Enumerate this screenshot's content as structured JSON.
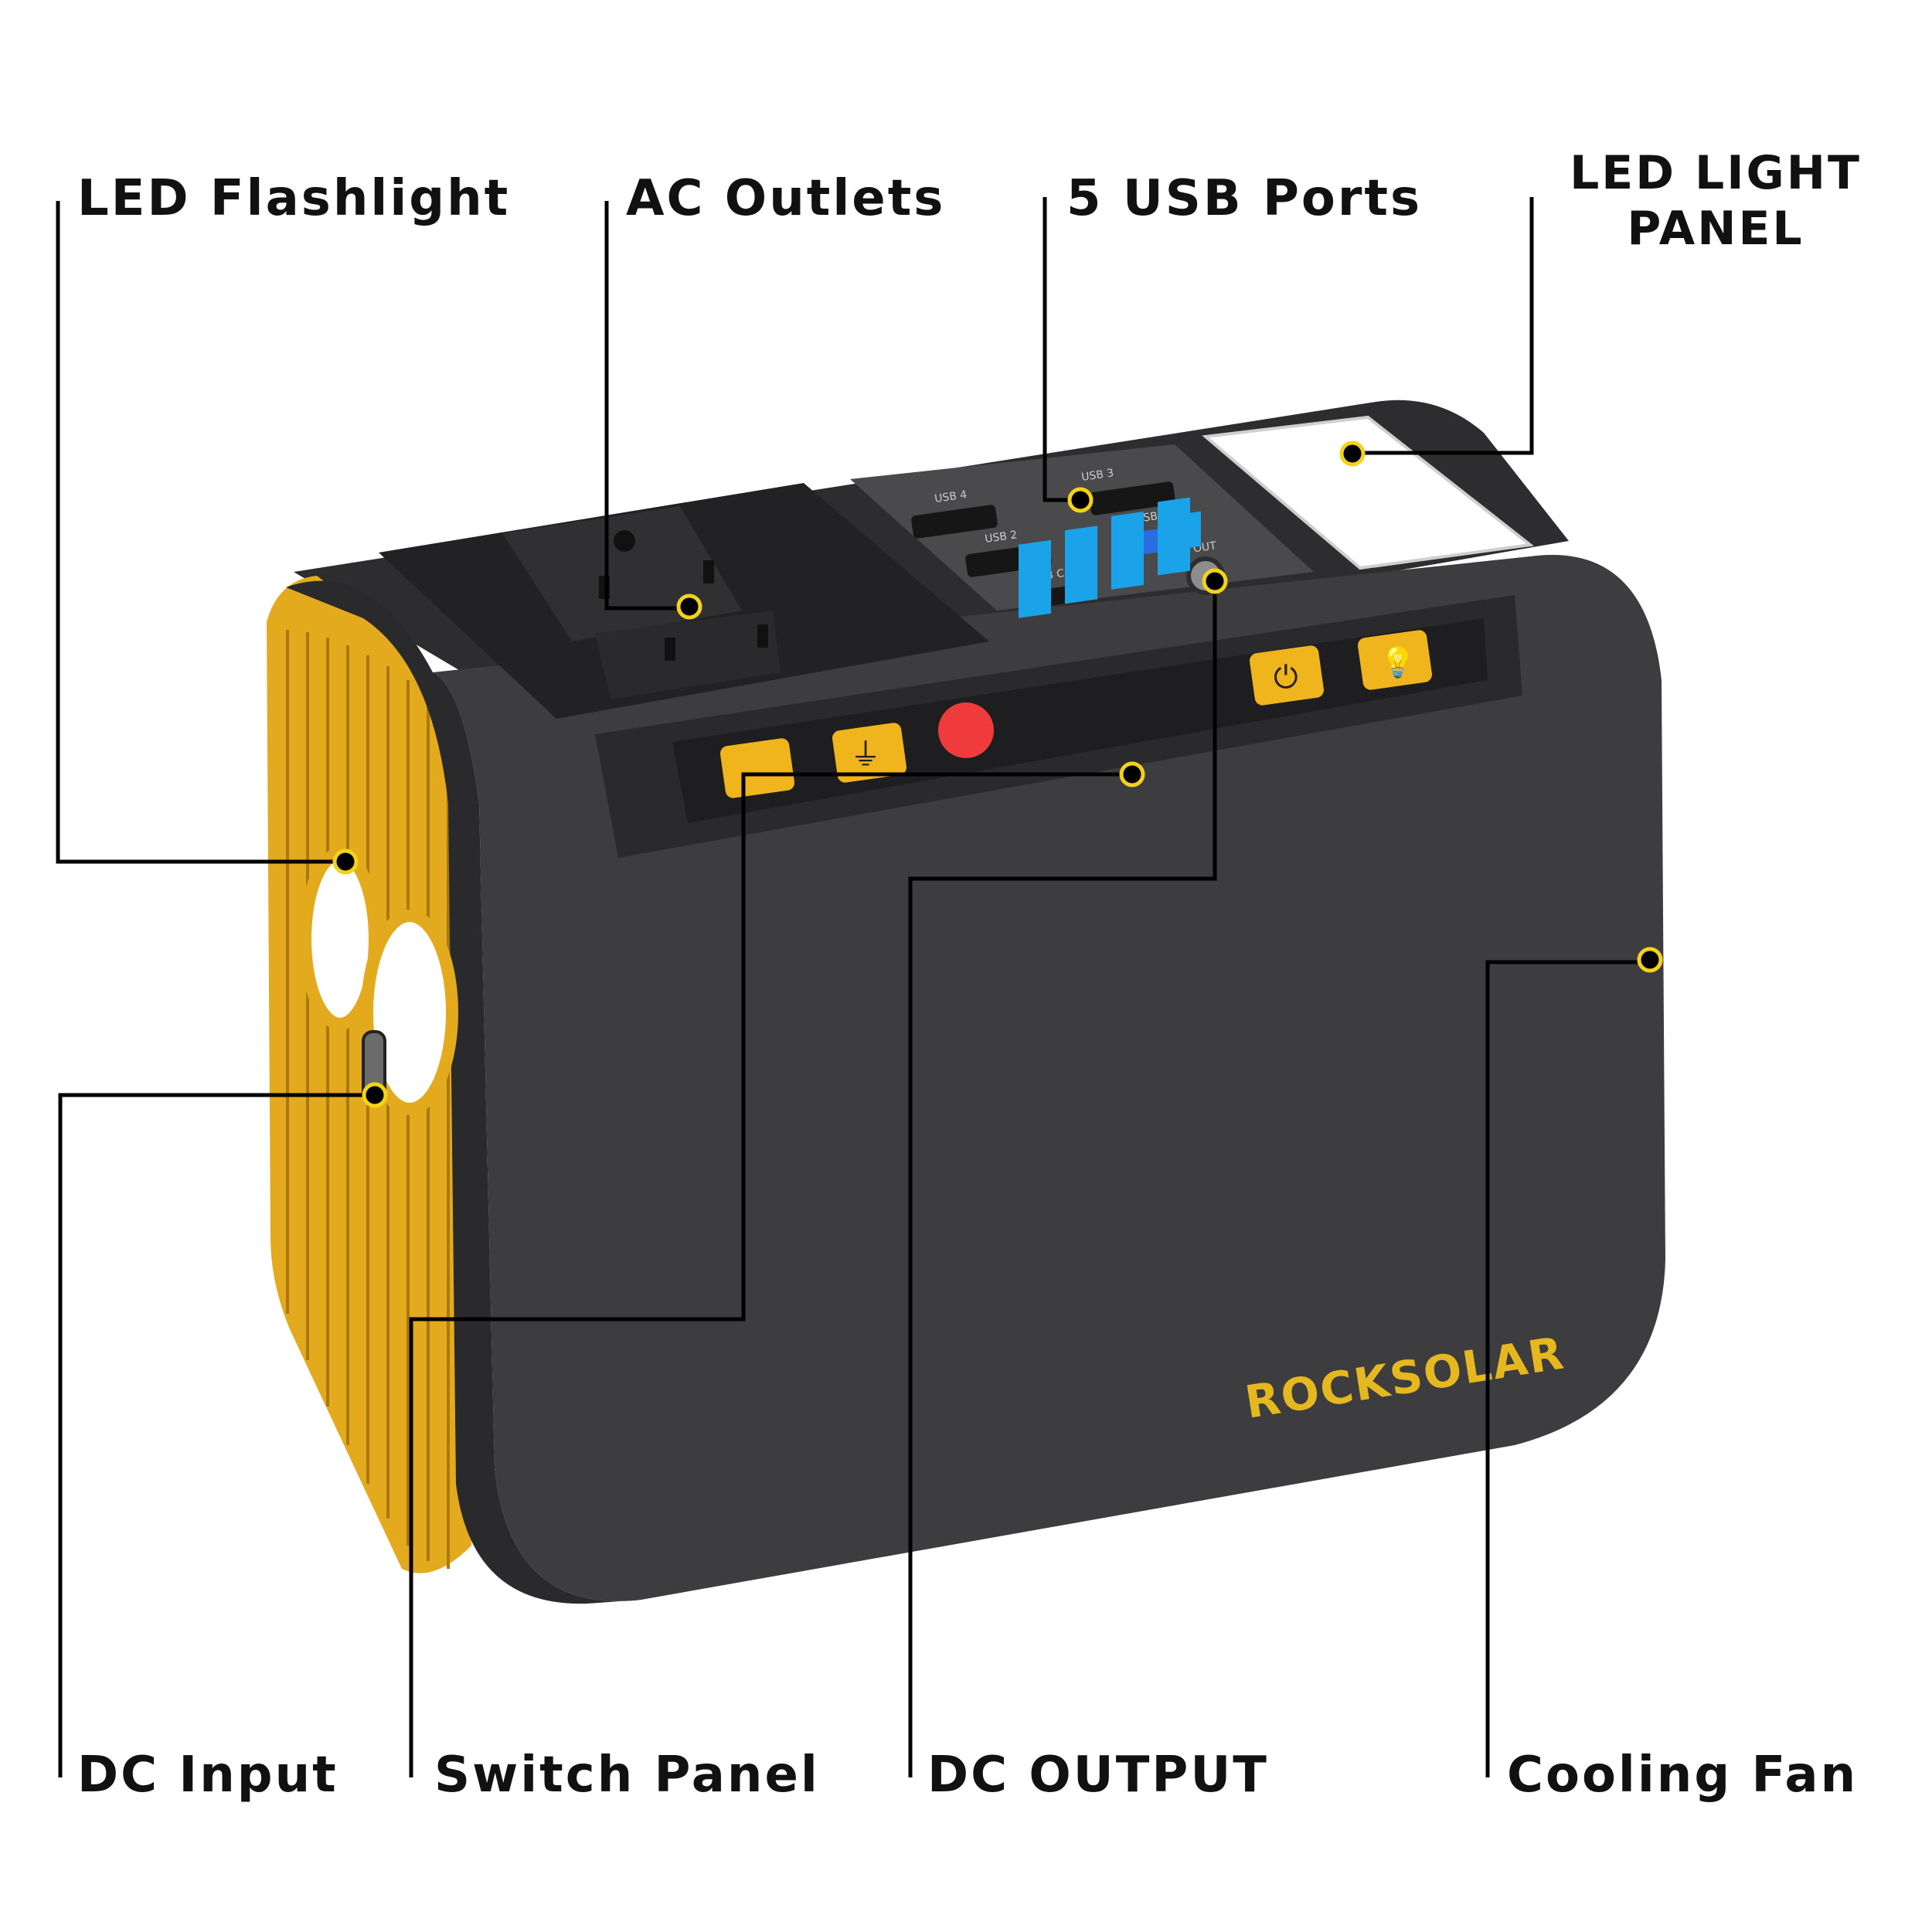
{
  "labels": {
    "led_flashlight": "LED Flashlight",
    "ac_outlets": "AC Outlets",
    "usb_ports": "5 USB Ports",
    "led_light_panel_line1": "LED LIGHT",
    "led_light_panel_line2": "PANEL",
    "dc_input": "DC Input",
    "switch_panel": "Switch Panel",
    "dc_output": "DC OUTPUT",
    "cooling_fan": "Cooling Fan"
  },
  "product": {
    "brand": "ROCKSOLAR",
    "usb_labels": [
      "USB 4",
      "USB 3",
      "USB 2",
      "USB 1",
      "USB C",
      "DC OUT"
    ]
  },
  "colors": {
    "body": "#3d3d3f",
    "body_dark": "#2a2a2c",
    "side_yellow": "#e3aa1e",
    "button_yellow": "#f0b41c",
    "battery_blue": "#1aa3e8",
    "indicator_red": "#ef3b3b",
    "leader": "#000000",
    "dot_ring": "#f3d21a"
  }
}
